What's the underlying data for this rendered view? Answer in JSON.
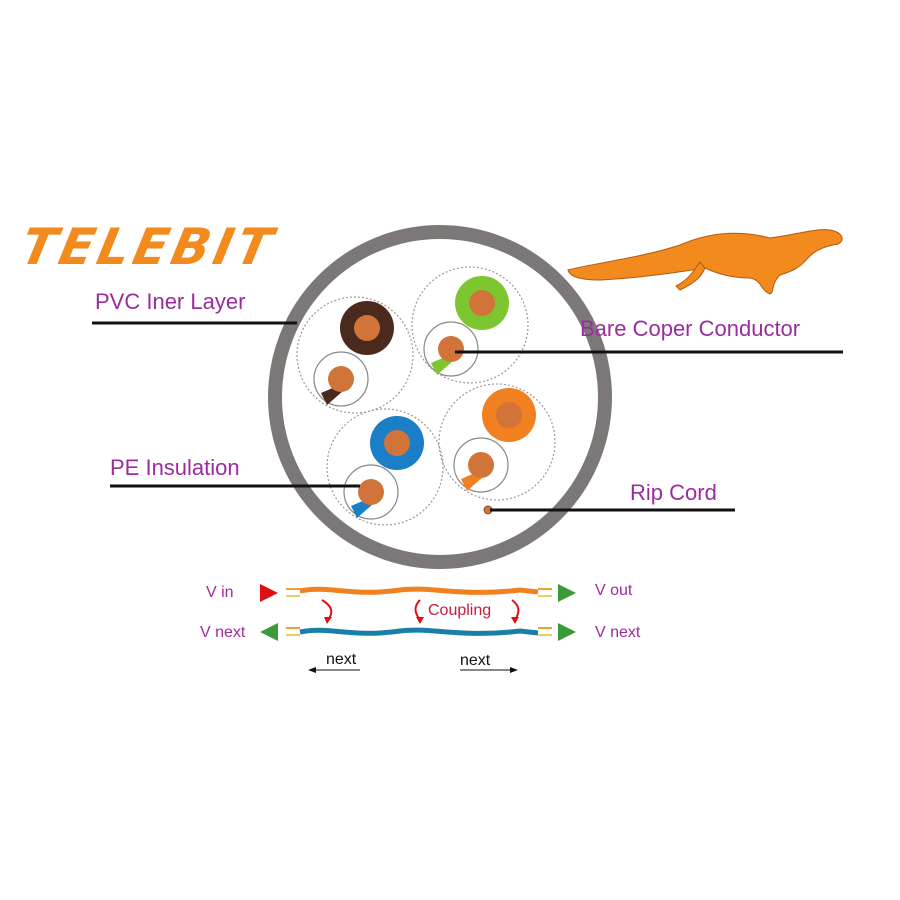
{
  "brand": {
    "logo_text": "TELEBIT",
    "color": "#f28a1e"
  },
  "labels": {
    "pvc": "PVC Iner Layer",
    "bare": "Bare Coper Conductor",
    "pe": "PE Insulation",
    "rip": "Rip Cord"
  },
  "coupling": {
    "v_in": "V  in",
    "v_out": "V out",
    "v_next_left": "V next",
    "v_next_right": "V next",
    "coupling": "Coupling",
    "next_left": "next",
    "next_right": "next"
  },
  "pairs": [
    {
      "name": "brown",
      "color": "#4a2a1c"
    },
    {
      "name": "green",
      "color": "#7ec62f"
    },
    {
      "name": "blue",
      "color": "#1a7fc7"
    },
    {
      "name": "orange",
      "color": "#f08020"
    }
  ],
  "copper_color": "#d0743a",
  "jacket_color": "#7d7878",
  "label_color": "#9b2c9f"
}
